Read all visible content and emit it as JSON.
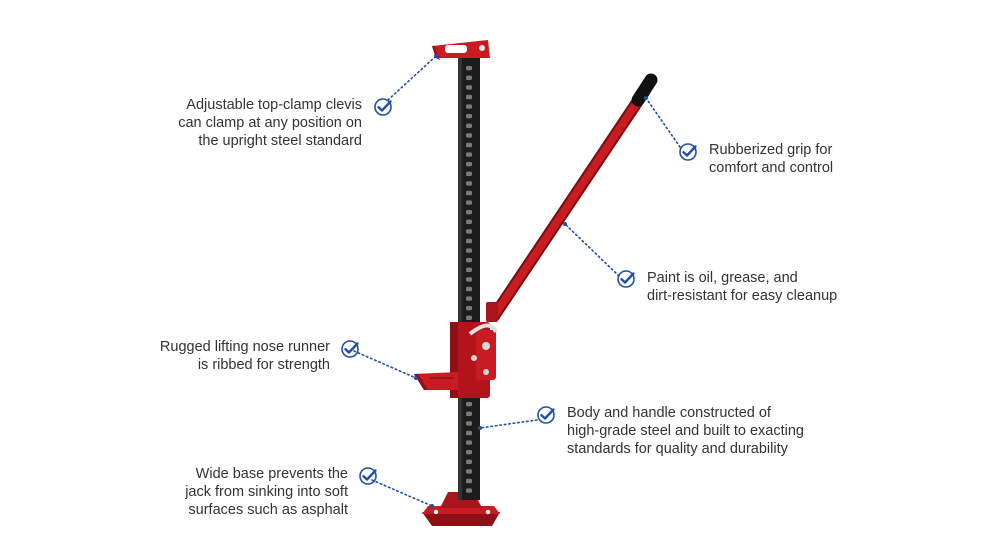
{
  "colors": {
    "accent": "#1f4fa8",
    "jack_red": "#b3141c",
    "jack_red_dark": "#7a0d12",
    "steel": "#222222",
    "grip": "#111111",
    "text": "#333333"
  },
  "icons": {
    "check": "check-circle-icon"
  },
  "callouts": [
    {
      "id": "top-clamp",
      "lines": [
        "Adjustable top-clamp clevis",
        "can clamp at any position on",
        "the upright steel standard"
      ]
    },
    {
      "id": "grip",
      "lines": [
        "Rubberized grip for",
        "comfort and control"
      ]
    },
    {
      "id": "paint",
      "lines": [
        "Paint is oil, grease, and",
        "dirt-resistant for easy cleanup"
      ]
    },
    {
      "id": "nose-runner",
      "lines": [
        "Rugged lifting nose runner",
        "is ribbed for strength"
      ]
    },
    {
      "id": "body",
      "lines": [
        "Body and handle constructed of",
        "high-grade steel and built to exacting",
        "standards for quality and durability"
      ]
    },
    {
      "id": "base",
      "lines": [
        "Wide base prevents the",
        "jack from sinking into soft",
        "surfaces such as asphalt"
      ]
    }
  ]
}
